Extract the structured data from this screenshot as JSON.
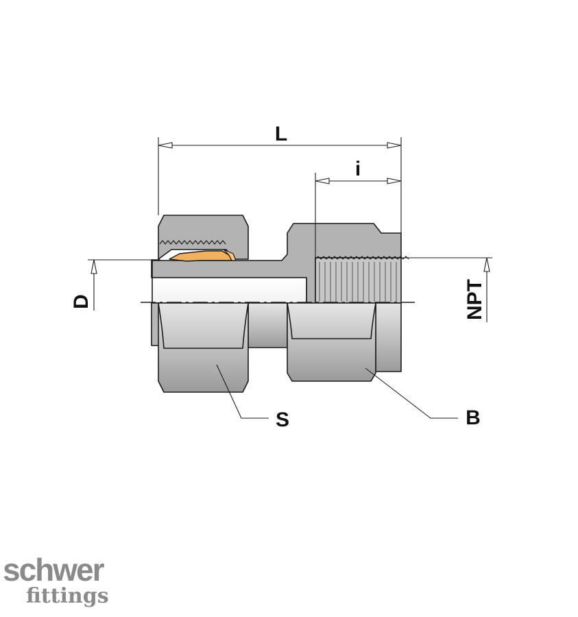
{
  "drawing": {
    "labels": {
      "length": "L",
      "thread_depth": "i",
      "tube_od": "D",
      "pipe_thread": "NPT",
      "nut_hex": "S",
      "body_hex": "B"
    }
  },
  "logo": {
    "line1": "schwer",
    "line2": "fittings"
  },
  "colors": {
    "metal": "#b3b3b3",
    "metal_dark": "#8f8f8f",
    "ferrule": "#f2b15e",
    "outline": "#1a1a1a"
  }
}
